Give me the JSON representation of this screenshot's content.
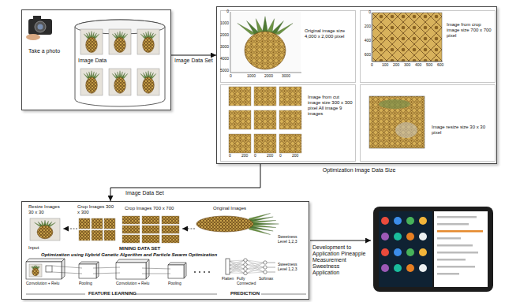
{
  "diagram": {
    "nodes": [
      {
        "text": [
          "Take a photo"
        ]
      },
      {
        "text": [
          "Image Data"
        ],
        "in": 0
      },
      {
        "text": [
          "Optimization Image Data Size"
        ]
      },
      {
        "text": [
          "Original image size 4,000 x 2,000 pixel"
        ],
        "in": 2
      },
      {
        "text": [
          "Image from crop image size 700 x 700 pixel"
        ],
        "in": 2
      },
      {
        "text": [
          "Image from cut image size 300 x 300 pixel All image 9 images"
        ],
        "in": 2
      },
      {
        "text": [
          "Image resize size 30 x 30 pixel"
        ],
        "in": 2
      },
      {
        "text": [
          "MINING DATA SET"
        ]
      }
    ],
    "edges": [
      {
        "from": 0,
        "to": 2,
        "arrow": "to",
        "label": "Image Data Set"
      },
      {
        "from": 2,
        "to": 7,
        "arrow": "to",
        "label": "Image Data Set"
      }
    ],
    "labels": [
      "0",
      "1000",
      "2000",
      "3000",
      "4000",
      "5000",
      "0",
      "1000",
      "2000",
      "3000",
      "0",
      "200",
      "400",
      "600",
      "0",
      "100",
      "200",
      "300",
      "400",
      "500",
      "600",
      "0",
      "200",
      "0",
      "200",
      "0",
      "200",
      "Resize Images 30 x 30",
      "Crop Images 300 x 300",
      "Crop Images 700 x 700",
      "Original Images",
      "Input",
      "Optimization using Hybrid Genetic Algorithm and Particle Swarm Optimization",
      "Convolution + Relu",
      "Pooling",
      "Convolution + Relu",
      "Pooling",
      "Flatten",
      "Fully Connected",
      "Softmax",
      "Sweetness Level 1,2,3",
      "Sweetness Level 1,2,3",
      "FEATURE LEARNING",
      "PREDICTION",
      "Development to Application Pineapple Measurement Sweetness Application"
    ]
  }
}
